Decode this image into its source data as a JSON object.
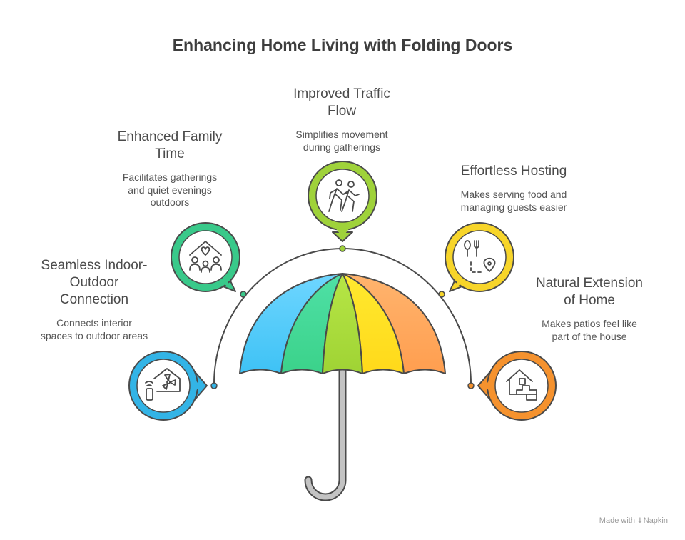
{
  "title": "Enhancing Home Living with Folding Doors",
  "items": [
    {
      "heading": "Seamless Indoor-\nOutdoor\nConnection",
      "description": "Connects interior\nspaces to outdoor areas",
      "icon": "house-fan-phone-icon",
      "color": "#33b4e6"
    },
    {
      "heading": "Enhanced Family\nTime",
      "description": "Facilitates gatherings\nand quiet evenings\noutdoors",
      "icon": "family-home-icon",
      "color": "#39c98a"
    },
    {
      "heading": "Improved Traffic\nFlow",
      "description": "Simplifies movement\nduring gatherings",
      "icon": "walking-people-icon",
      "color": "#9fd23a"
    },
    {
      "heading": "Effortless Hosting",
      "description": "Makes serving food and\nmanaging guests easier",
      "icon": "utensils-location-icon",
      "color": "#f7d52a"
    },
    {
      "heading": "Natural Extension\nof Home",
      "description": "Makes patios feel like\npart of the house",
      "icon": "house-patio-icon",
      "color": "#f5922e"
    }
  ],
  "footer": {
    "made_with": "Made with",
    "brand": "Napkin"
  }
}
